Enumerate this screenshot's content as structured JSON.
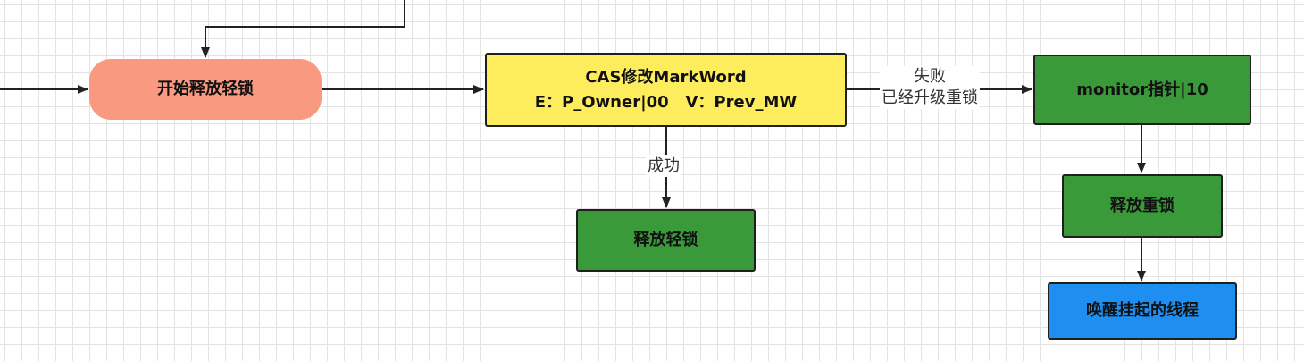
{
  "colors": {
    "start_fill": "#f99a80",
    "cas_fill": "#fdec5c",
    "green_fill": "#3a9a3a",
    "blue_fill": "#1e8ff0",
    "edge": "#222222"
  },
  "nodes": {
    "start": {
      "label": "开始释放轻锁"
    },
    "cas": {
      "line1": "CAS修改MarkWord",
      "line2": "E：P_Owner|00   V：Prev_MW"
    },
    "release_light": {
      "label": "释放轻锁"
    },
    "monitor": {
      "label": "monitor指针|10"
    },
    "release_heavy": {
      "label": "释放重锁"
    },
    "wake": {
      "label": "唤醒挂起的线程"
    }
  },
  "edge_labels": {
    "success": "成功",
    "fail_line1": "失败",
    "fail_line2": "已经升级重锁"
  }
}
